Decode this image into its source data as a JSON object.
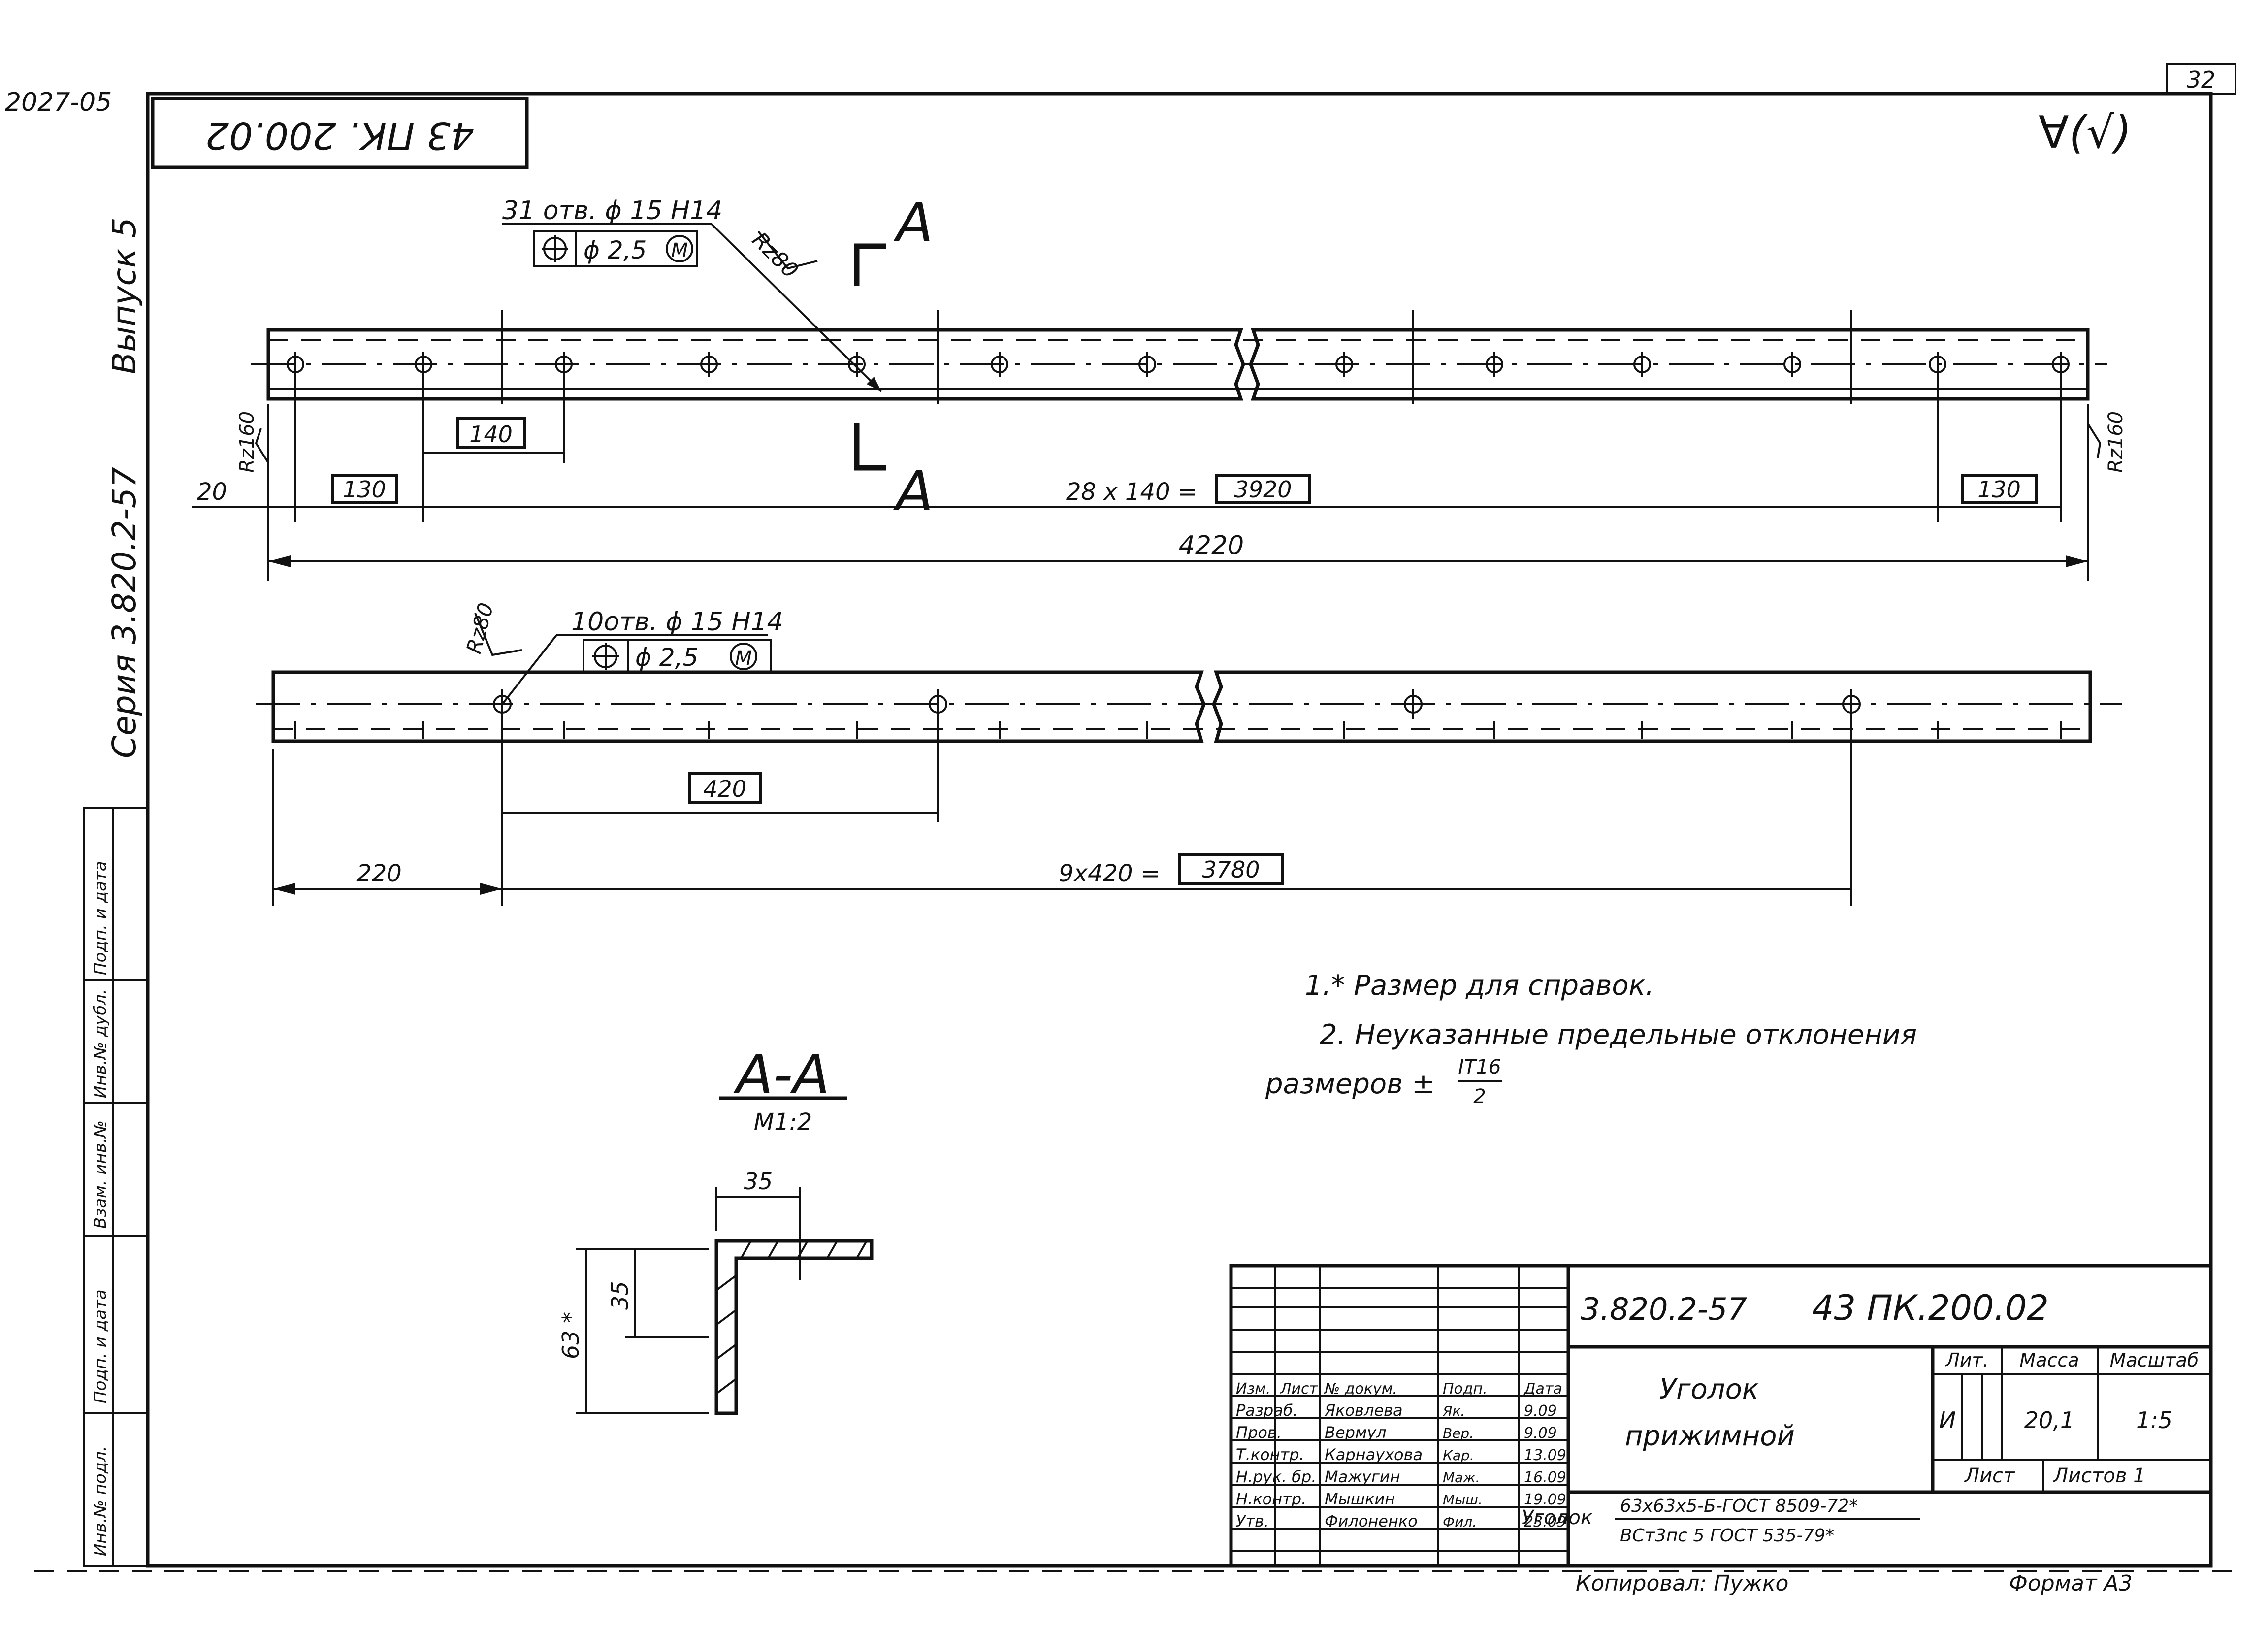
{
  "sheet": {
    "sheet_number": "32",
    "inventory_code": "2027-05",
    "doc_code_rotated": "43 ПК. 200.02",
    "surface_mark": "∀(√)"
  },
  "side_stamp": {
    "issue": "Выпуск 5",
    "series": "Серия 3.820.2-57",
    "fields": [
      "Инв.№ подл.",
      "Подп. и дата",
      "Взам. инв.№",
      "Инв.№ дубл.",
      "Подп. и дата"
    ]
  },
  "view_top": {
    "holes_callout": "31 отв. ϕ 15 Н14",
    "position_tol": "ϕ 2,5",
    "modifier": "M",
    "roughness_left": "Rz80",
    "roughness_end_left": "Rz160",
    "roughness_end_right": "Rz160",
    "section_letter": "А",
    "dim_140": "140",
    "dim_20": "20",
    "dim_130_left": "130",
    "dim_130_right": "130",
    "dim_chain_prefix": "28 х 140 =",
    "dim_chain_value": "3920",
    "dim_total": "4220"
  },
  "view_bottom": {
    "holes_callout": "10отв. ϕ 15 Н14",
    "position_tol": "ϕ 2,5",
    "modifier": "M",
    "roughness": "Rz80",
    "dim_420": "420",
    "dim_220": "220",
    "dim_chain_prefix": "9х420 =",
    "dim_chain_value": "3780"
  },
  "section": {
    "title": "А-А",
    "scale": "М1:2",
    "dim_35_top": "35",
    "dim_35_side": "35",
    "dim_63": "63 *"
  },
  "notes": {
    "note1": "1.* Размер для справок.",
    "note2": "2. Неуказанные предельные отклонения",
    "note3_prefix": "размеров ±",
    "note3_num": "IT16",
    "note3_den": "2"
  },
  "title_block": {
    "series_code": "3.820.2-57",
    "doc_code": "43 ПК.200.02",
    "name_line1": "Уголок",
    "name_line2": "прижимной",
    "header": [
      "Изм.",
      "Лист",
      "№ докум.",
      "Подп.",
      "Дата"
    ],
    "rows": [
      {
        "role": "Разраб.",
        "name": "Яковлева",
        "sign": "Як.",
        "date": "9.09"
      },
      {
        "role": "Пров.",
        "name": "Вермул",
        "sign": "Вер.",
        "date": "9.09"
      },
      {
        "role": "Т.контр.",
        "name": "Карнаухова",
        "sign": "Кар.",
        "date": "13.09"
      },
      {
        "role": "Н.рук. бр.",
        "name": "Мажугин",
        "sign": "Маж.",
        "date": "16.09"
      },
      {
        "role": "Н.контр.",
        "name": "Мышкин",
        "sign": "Мыш.",
        "date": "19.09"
      },
      {
        "role": "Утв.",
        "name": "Филоненко",
        "sign": "Фил.",
        "date": "23.09"
      }
    ],
    "lit_label": "Лит.",
    "mass_label": "Масса",
    "scale_label": "Масштаб",
    "lit_value": "И",
    "mass_value": "20,1",
    "scale_value": "1:5",
    "sheet_label": "Лист",
    "sheets_label": "Листов 1",
    "material_prefix": "Уголок",
    "material_top": "63х63х5-Б-ГОСТ 8509-72*",
    "material_bottom": "ВСт3пс 5 ГОСТ 535-79*",
    "copied": "Копировал: Пужко",
    "format": "Формат А3"
  }
}
